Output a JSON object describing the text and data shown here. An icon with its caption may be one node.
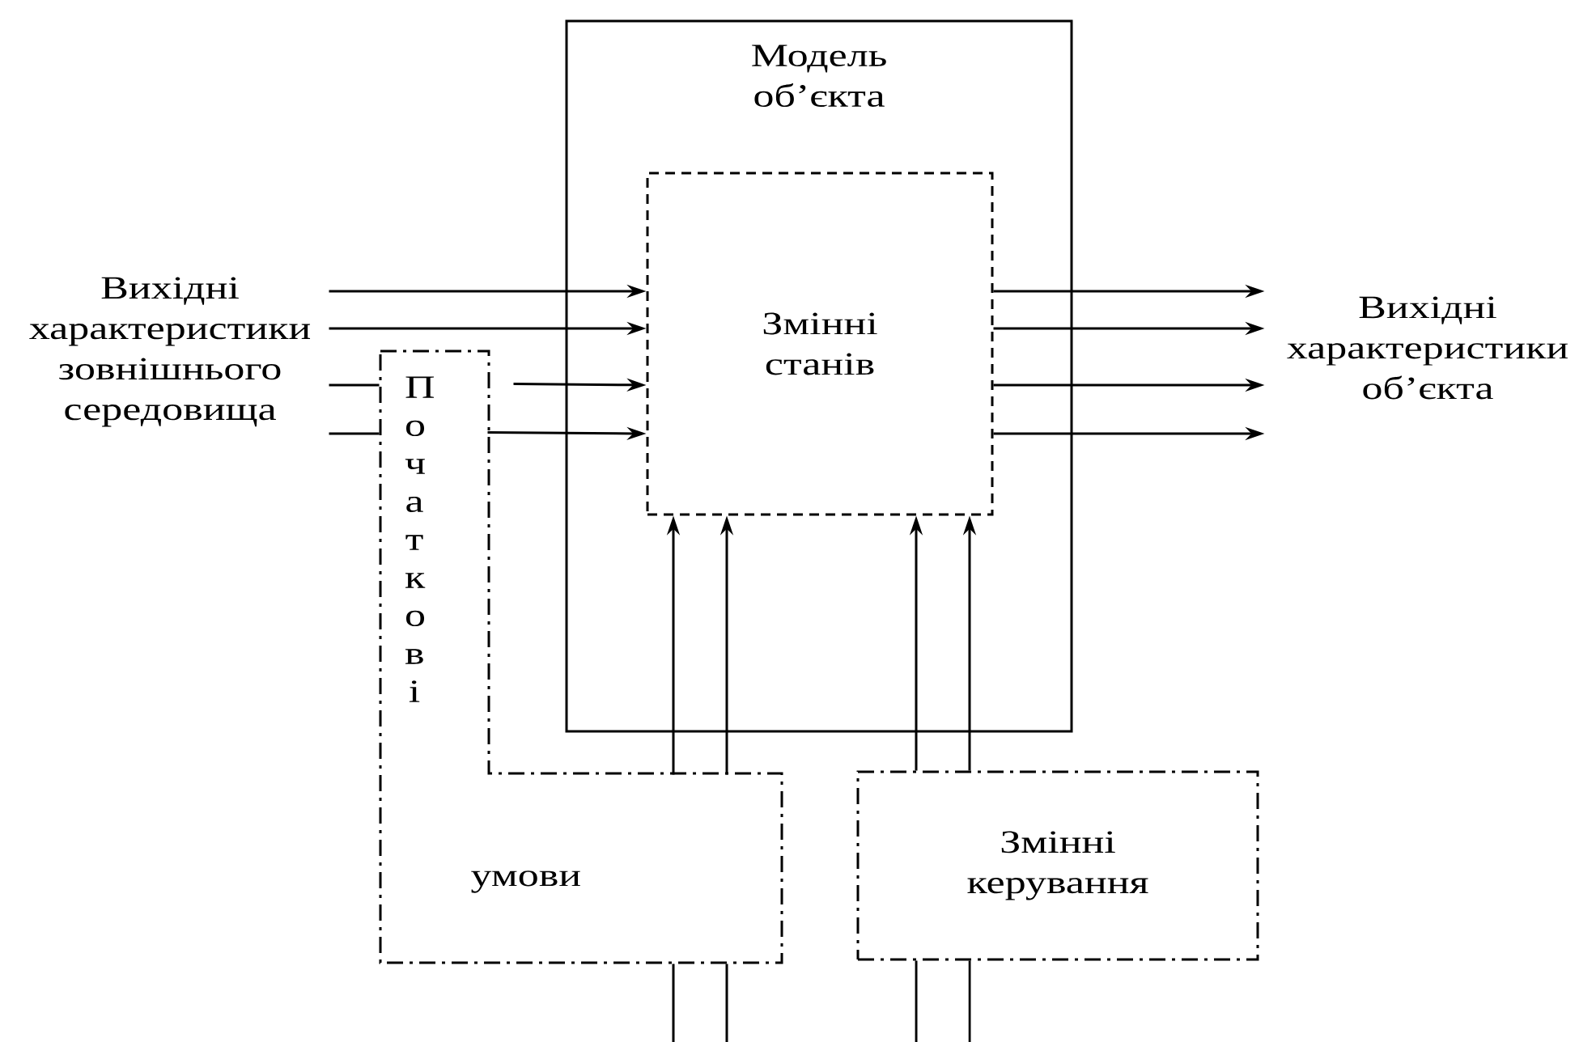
{
  "diagram": {
    "nodes": [
      {
        "text": [
          "Модель об’єкта"
        ]
      },
      {
        "text": [
          "Змінні станів"
        ],
        "in": 0
      },
      {
        "text": [
          "Вихідні характеристики зовнішнього середовища"
        ]
      },
      {
        "text": [
          "Вихідні характеристики об’єкта"
        ]
      },
      {
        "text": [
          "Початкові",
          "умови"
        ]
      },
      {
        "text": [
          "Змінні керування"
        ]
      }
    ],
    "edges": [
      {
        "from": 2,
        "to": 1,
        "arrow": "to"
      },
      {
        "from": 2,
        "to": 1,
        "arrow": "to"
      },
      {
        "from": 2,
        "to": 4,
        "arrow": "none"
      },
      {
        "from": 2,
        "to": 4,
        "arrow": "none"
      },
      {
        "from": 4,
        "to": 1,
        "arrow": "to"
      },
      {
        "from": 4,
        "to": 1,
        "arrow": "to"
      },
      {
        "from": 1,
        "to": 3,
        "arrow": "to"
      },
      {
        "from": 1,
        "to": 3,
        "arrow": "to"
      },
      {
        "from": 1,
        "to": 3,
        "arrow": "to"
      },
      {
        "from": 1,
        "to": 3,
        "arrow": "to"
      },
      {
        "from": null,
        "to": 4,
        "arrow": "none"
      },
      {
        "from": null,
        "to": 4,
        "arrow": "none"
      },
      {
        "from": 4,
        "to": 1,
        "arrow": "to"
      },
      {
        "from": 4,
        "to": 1,
        "arrow": "to"
      },
      {
        "from": null,
        "to": 5,
        "arrow": "none"
      },
      {
        "from": null,
        "to": 5,
        "arrow": "none"
      },
      {
        "from": 5,
        "to": 1,
        "arrow": "to"
      },
      {
        "from": 5,
        "to": 1,
        "arrow": "to"
      }
    ]
  }
}
